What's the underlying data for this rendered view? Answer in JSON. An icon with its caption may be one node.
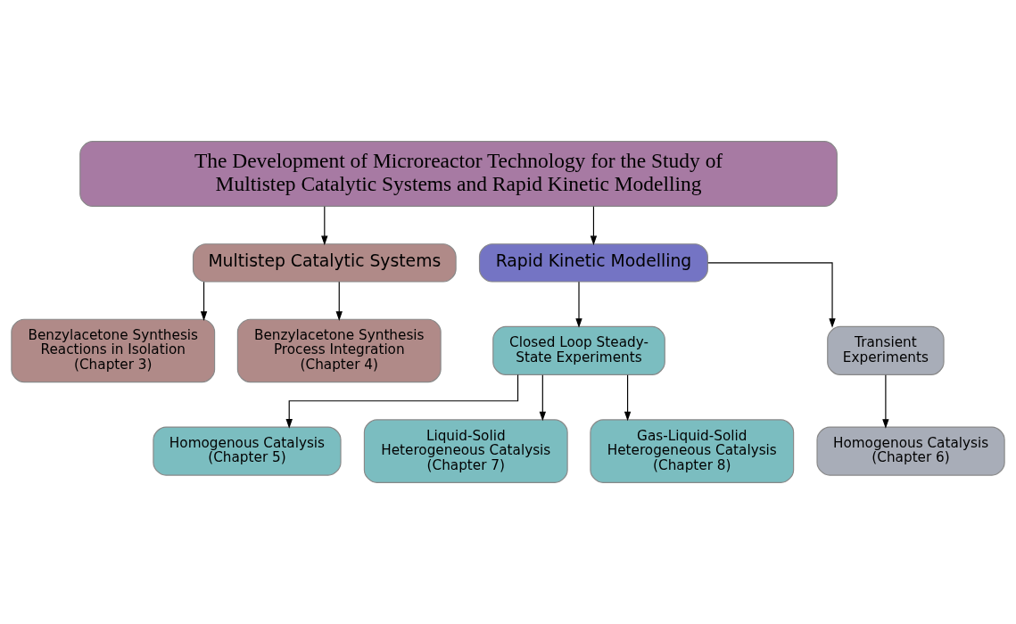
{
  "diagram": {
    "nodes": [
      {
        "text": [
          "The Development of Microreactor Technology for the Study of Multistep Catalytic Systems and Rapid Kinetic Modelling"
        ]
      },
      {
        "text": [
          "Multistep Catalytic Systems"
        ]
      },
      {
        "text": [
          "Rapid Kinetic Modelling"
        ]
      },
      {
        "text": [
          "Benzylacetone Synthesis Reactions in Isolation (Chapter 3)"
        ]
      },
      {
        "text": [
          "Benzylacetone Synthesis Process Integration (Chapter 4)"
        ]
      },
      {
        "text": [
          "Closed Loop Steady-State Experiments"
        ]
      },
      {
        "text": [
          "Transient Experiments"
        ]
      },
      {
        "text": [
          "Homogenous Catalysis (Chapter 5)"
        ]
      },
      {
        "text": [
          "Liquid-Solid Heterogeneous Catalysis (Chapter 7)"
        ]
      },
      {
        "text": [
          "Gas-Liquid-Solid Heterogeneous Catalysis (Chapter 8)"
        ]
      },
      {
        "text": [
          "Homogenous Catalysis (Chapter 6)"
        ]
      }
    ],
    "edges": [
      {
        "from": 0,
        "to": 1,
        "arrow": "to"
      },
      {
        "from": 0,
        "to": 2,
        "arrow": "to"
      },
      {
        "from": 1,
        "to": 3,
        "arrow": "to"
      },
      {
        "from": 1,
        "to": 4,
        "arrow": "to"
      },
      {
        "from": 2,
        "to": 5,
        "arrow": "to"
      },
      {
        "from": 2,
        "to": 6,
        "arrow": "to"
      },
      {
        "from": 5,
        "to": 7,
        "arrow": "to"
      },
      {
        "from": 5,
        "to": 8,
        "arrow": "to"
      },
      {
        "from": 5,
        "to": 9,
        "arrow": "to"
      },
      {
        "from": 6,
        "to": 10,
        "arrow": "to"
      }
    ]
  }
}
